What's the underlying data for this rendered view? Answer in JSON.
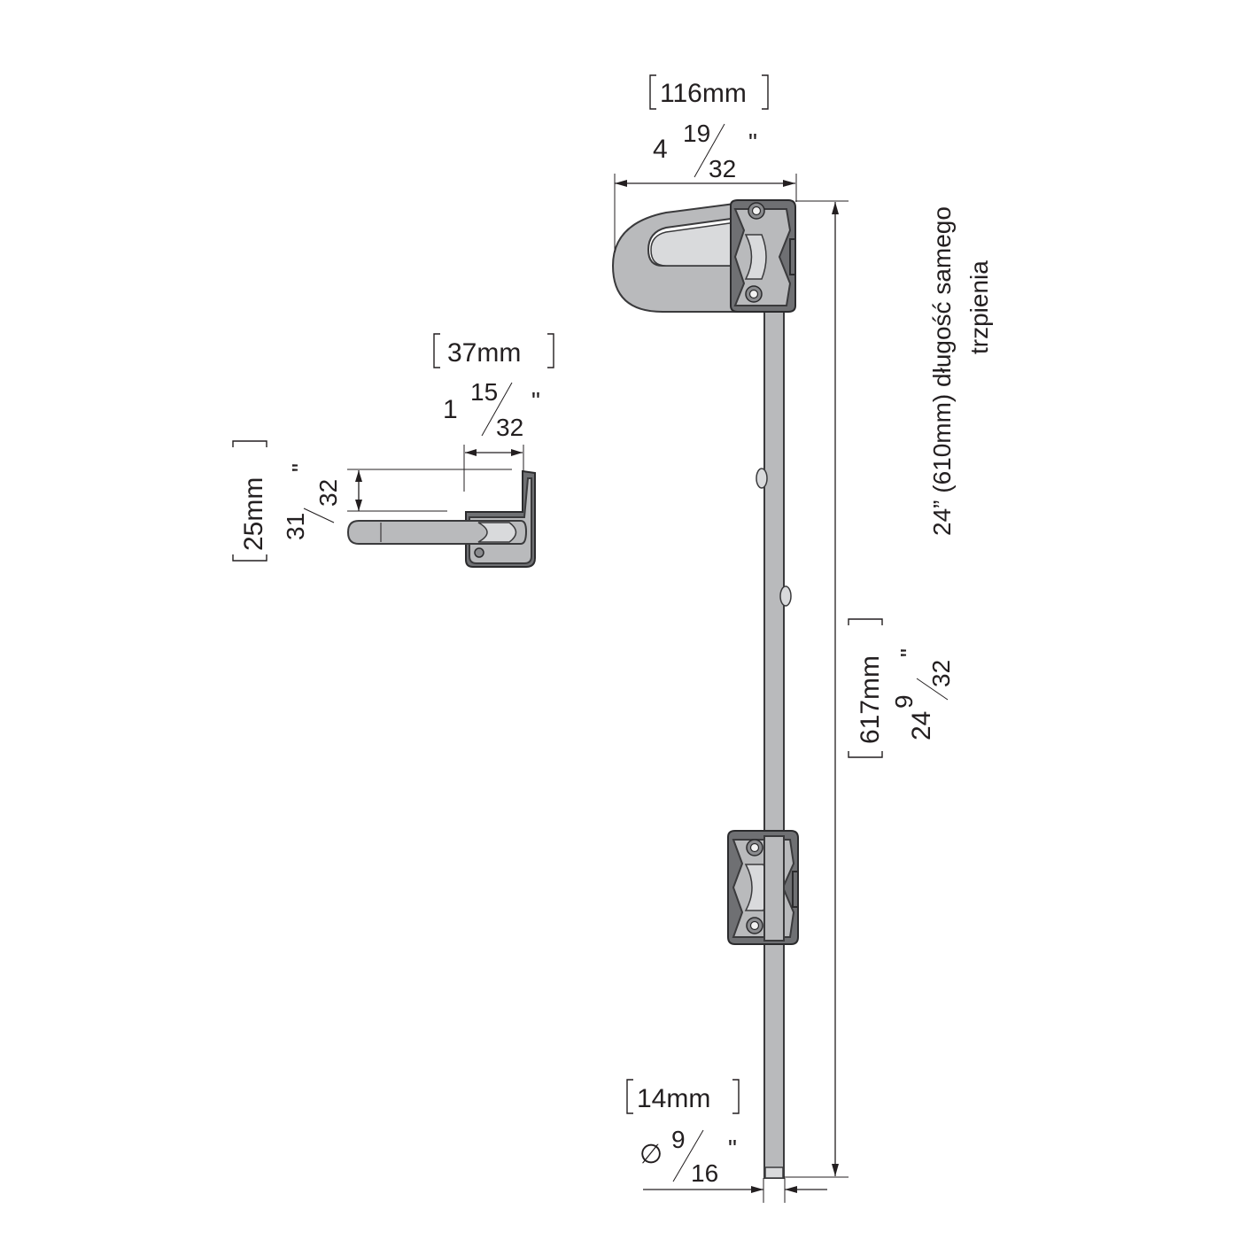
{
  "dimensions": {
    "handle_width": {
      "metric": "116mm",
      "imperial_whole": "4",
      "imperial_num": "19",
      "imperial_den": "32",
      "inch_mark": "\""
    },
    "side_depth": {
      "metric": "37mm",
      "imperial_whole": "1",
      "imperial_num": "15",
      "imperial_den": "32",
      "inch_mark": "\""
    },
    "side_height": {
      "metric": "25mm",
      "imperial_whole": "",
      "imperial_num": "31",
      "imperial_den": "32",
      "inch_mark": "\""
    },
    "total_length": {
      "metric": "617mm",
      "imperial_whole": "24",
      "imperial_num": "9",
      "imperial_den": "32",
      "inch_mark": "\""
    },
    "rod_diameter": {
      "metric": "14mm",
      "symbol": "∅",
      "imperial_num": "9",
      "imperial_den": "16",
      "inch_mark": "\""
    }
  },
  "note": {
    "line1": "24” (610mm) długość samego",
    "line2": "trzpienia"
  },
  "colors": {
    "ink": "#231f20",
    "metal": "#b9babc",
    "metal_dark": "#6f7073"
  }
}
